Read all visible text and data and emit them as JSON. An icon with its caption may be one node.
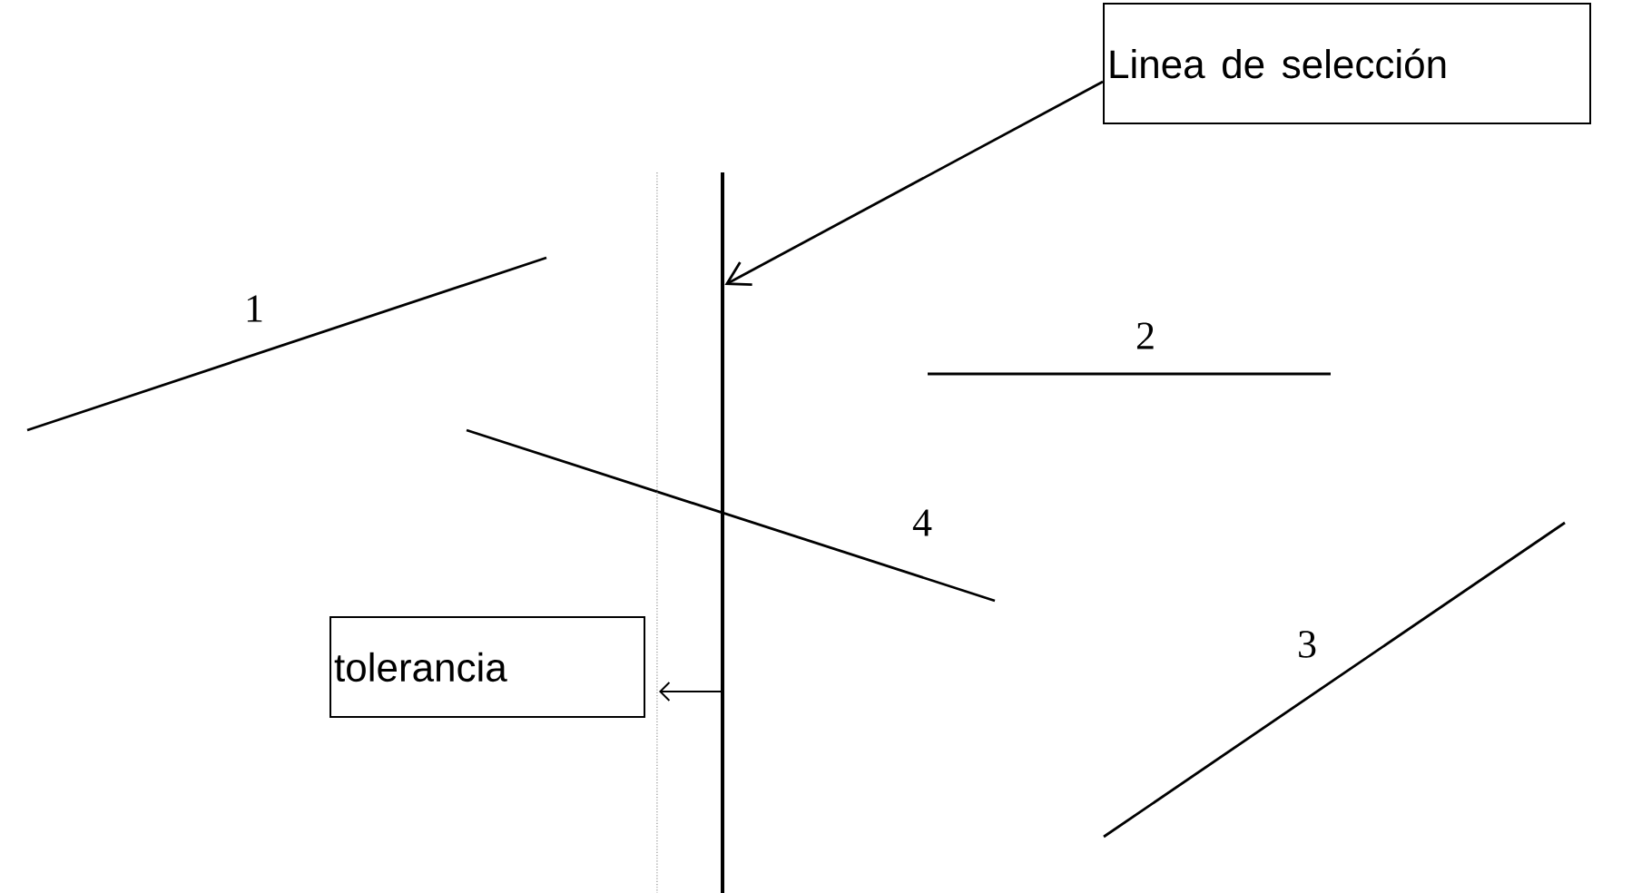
{
  "diagram": {
    "nodes": [
      {
        "text": [
          "Linea de selección"
        ]
      },
      {
        "text": [],
        "shape": "line"
      },
      {
        "text": [
          "tolerancia"
        ]
      }
    ],
    "edges": [
      {
        "from": 0,
        "to": 1,
        "arrow": "to"
      }
    ],
    "labels": [
      "1",
      "2",
      "4",
      "3"
    ]
  }
}
